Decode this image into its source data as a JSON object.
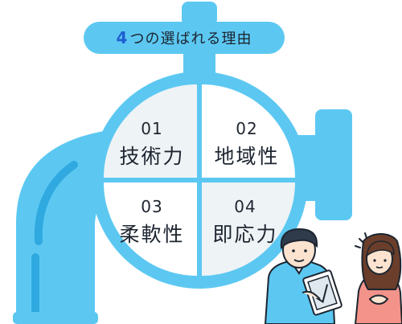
{
  "header": {
    "count": "4",
    "title_rest": "つの選ばれる理由"
  },
  "reasons": [
    {
      "number": "01",
      "label": "技術力"
    },
    {
      "number": "02",
      "label": "地域性"
    },
    {
      "number": "03",
      "label": "柔軟性"
    },
    {
      "number": "04",
      "label": "即応力"
    }
  ],
  "colors": {
    "pipe": "#5cc8f2",
    "pipe_shade": "#2fa9e0",
    "quadrant_light": "#eef3f6",
    "quadrant_white": "#ffffff",
    "text": "#1d2530",
    "accent_number": "#1f5fd1"
  }
}
